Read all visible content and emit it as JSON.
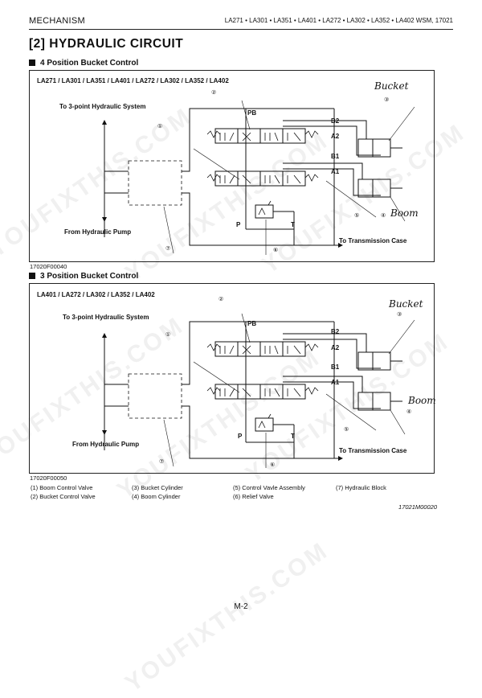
{
  "header": {
    "section": "MECHANISM",
    "models": "LA271 • LA301 • LA351 • LA401 • LA272 • LA302 • LA352 • LA402 WSM, 17021"
  },
  "title": "[2]  HYDRAULIC CIRCUIT",
  "figure1": {
    "section_label": "4 Position Bucket Control",
    "models": "LA271 / LA301 / LA351 / LA401 / LA272 / LA302 / LA352 / LA402",
    "to_system": "To 3-point Hydraulic System",
    "from_pump": "From Hydraulic Pump",
    "to_transmission": "To Transmission Case",
    "handwritten_bucket": "Bucket",
    "handwritten_boom": "Boom",
    "code": "17020F00040"
  },
  "figure2": {
    "section_label": "3 Position Bucket Control",
    "models": "LA401 / LA272 / LA302 / LA352 / LA402",
    "to_system": "To 3-point Hydraulic System",
    "from_pump": "From Hydraulic Pump",
    "to_transmission": "To Transmission Case",
    "handwritten_bucket": "Bucket",
    "handwritten_boom": "Boom",
    "code": "17020F00050"
  },
  "port_labels": {
    "pb": "PB",
    "b2": "B2",
    "a2": "A2",
    "b1": "B1",
    "a1": "A1",
    "p": "P",
    "t": "T"
  },
  "callouts": [
    "①",
    "②",
    "③",
    "④",
    "⑤",
    "⑥",
    "⑦"
  ],
  "legend": [
    "(1)  Boom Control Valve",
    "(2)  Bucket Control Valve",
    "(3)  Bucket Cylinder",
    "(4)  Boom Cylinder",
    "(5)  Control Vavle Assembly",
    "(6)  Relief Valve",
    "(7)  Hydraulic Block"
  ],
  "doc_code": "17021M00020",
  "page_number": "M-2",
  "watermark": "YOUFIXTHIS.COM"
}
